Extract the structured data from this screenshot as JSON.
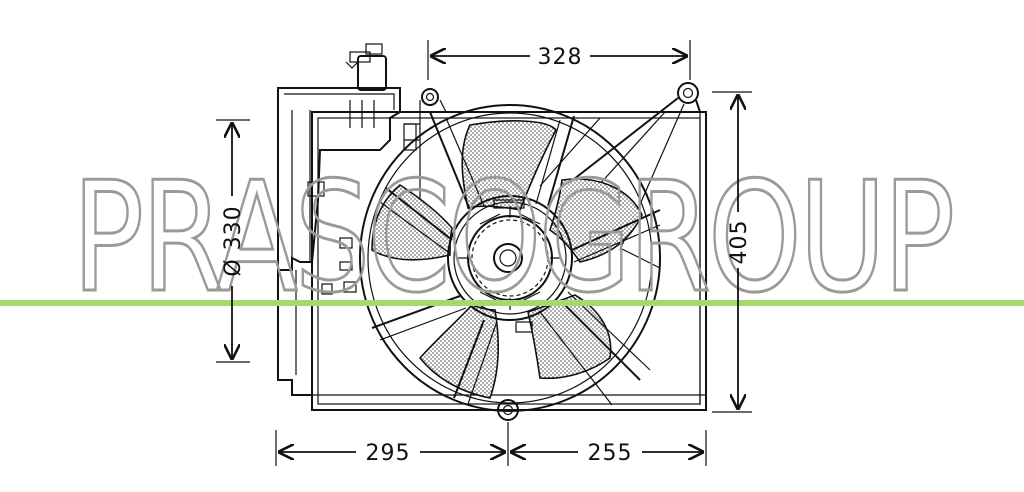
{
  "watermark": {
    "text": "PRASCOGROUP",
    "line_color": "#a6d86e",
    "text_color": "#9a9a9a"
  },
  "dimensions": {
    "top_width": "328",
    "fan_diameter": "Ø 330",
    "height": "405",
    "bottom_left": "295",
    "bottom_right": "255"
  }
}
